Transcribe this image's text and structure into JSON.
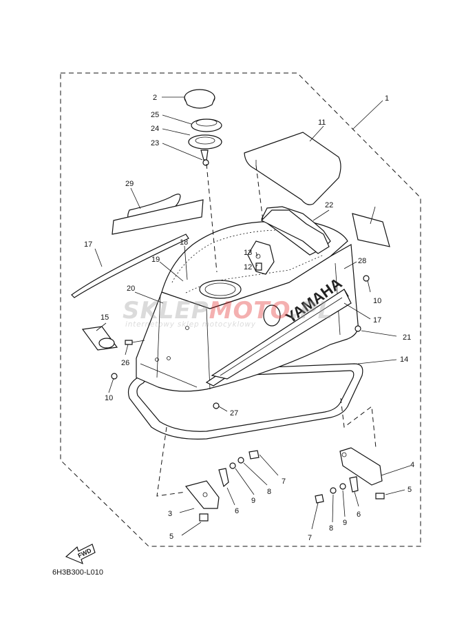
{
  "diagram": {
    "drawing_code": "6H3B300-L010",
    "callouts": [
      "1",
      "2",
      "3",
      "4",
      "5",
      "5",
      "6",
      "6",
      "7",
      "7",
      "8",
      "8",
      "9",
      "9",
      "10",
      "10",
      "11",
      "12",
      "13",
      "14",
      "15",
      "17",
      "17",
      "18",
      "19",
      "20",
      "21",
      "22",
      "23",
      "24",
      "25",
      "26",
      "27",
      "28",
      "29"
    ],
    "fwd_label": "FWD",
    "brand_on_cowling": "YAMAHA",
    "watermark": {
      "main_left": "SKLEP",
      "main_middle": "MOTO",
      "main_right": ".PL",
      "sub": "internetowy sklep motocyklowy"
    }
  }
}
